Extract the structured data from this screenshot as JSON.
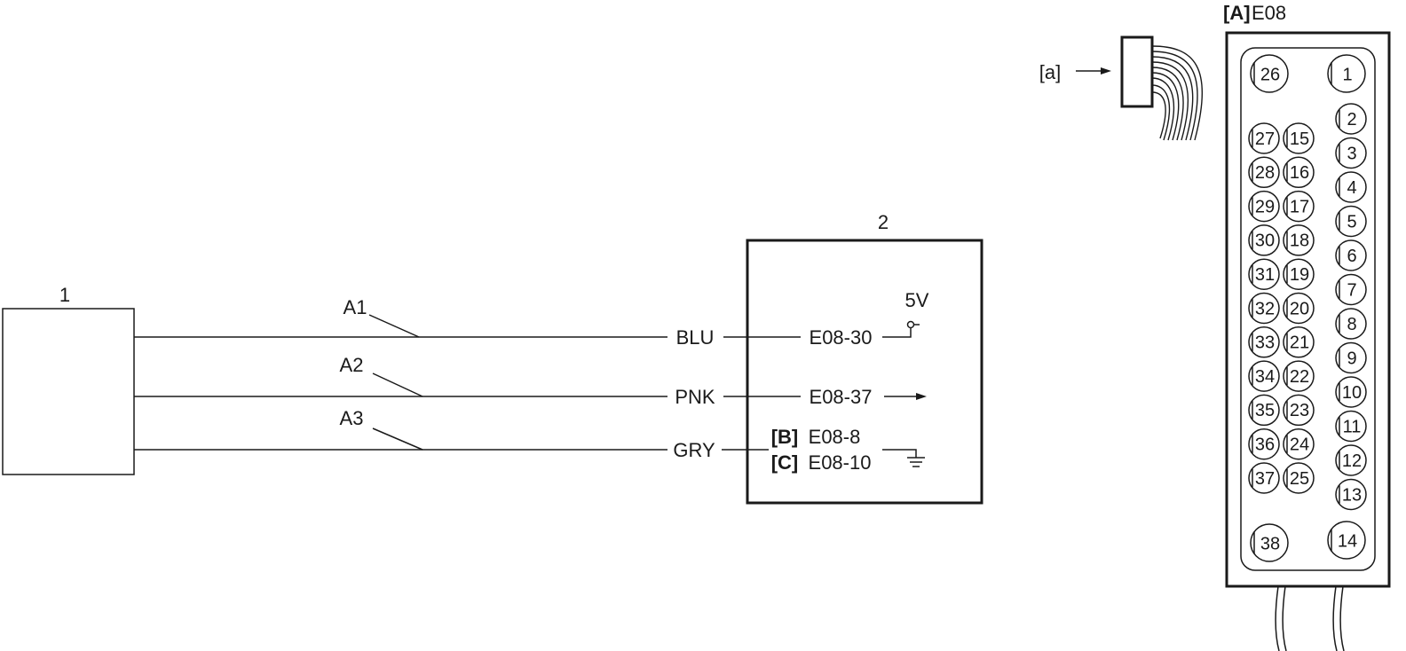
{
  "component_1": {
    "number": "1"
  },
  "component_2": {
    "number": "2",
    "supply_label": "5V",
    "terminal_a1": "E08-30",
    "terminal_a2": "E08-37",
    "ground_ref_b": "[B]",
    "ground_terminal_b": "E08-8",
    "ground_ref_c": "[C]",
    "ground_terminal_c": "E08-10"
  },
  "wires": [
    {
      "id": "A1",
      "color": "BLU"
    },
    {
      "id": "A2",
      "color": "PNK"
    },
    {
      "id": "A3",
      "color": "GRY"
    }
  ],
  "connector": {
    "ref": "[A]",
    "name": "E08",
    "view_label": "[a]",
    "pins": {
      "top_left": "26",
      "top_right": "1",
      "bottom_left": "38",
      "bottom_right": "14",
      "col_left": [
        "27",
        "28",
        "29",
        "30",
        "31",
        "32",
        "33",
        "34",
        "35",
        "36",
        "37"
      ],
      "col_middle": [
        "15",
        "16",
        "17",
        "18",
        "19",
        "20",
        "21",
        "22",
        "23",
        "24",
        "25"
      ],
      "col_right": [
        "2",
        "3",
        "4",
        "5",
        "6",
        "7",
        "8",
        "9",
        "10",
        "11",
        "12",
        "13"
      ]
    }
  }
}
